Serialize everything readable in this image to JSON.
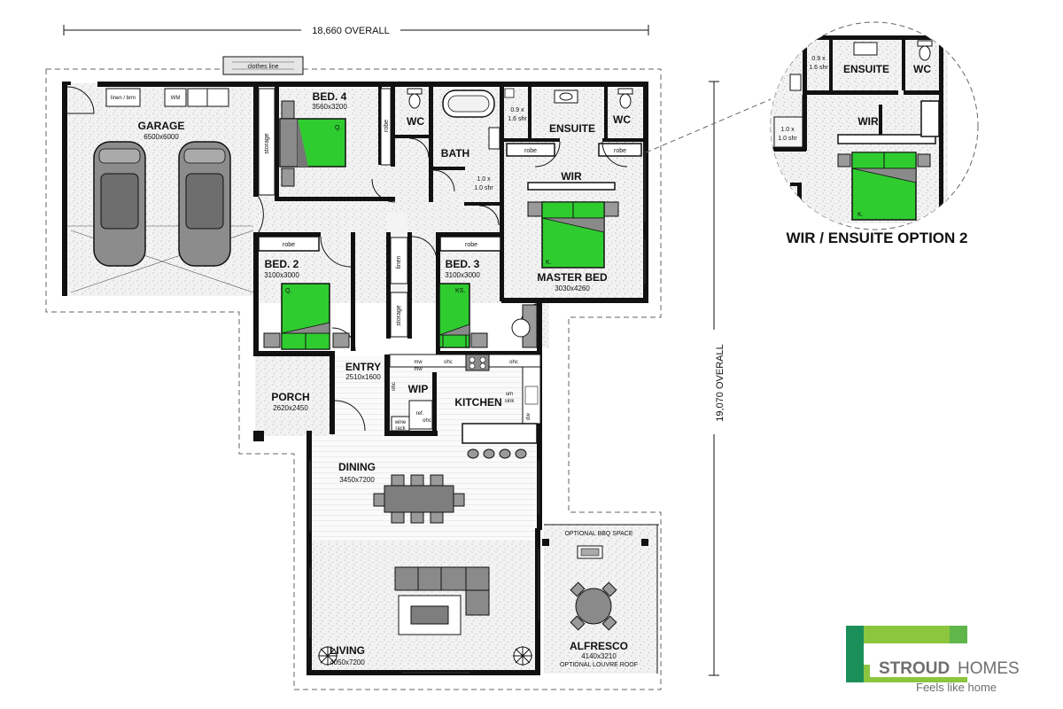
{
  "overall_width": "18,660 OVERALL",
  "overall_depth": "19,070 OVERALL",
  "rooms": {
    "garage": {
      "name": "GARAGE",
      "dim": "6500x6000"
    },
    "bed4": {
      "name": "BED. 4",
      "dim": "3560x3200",
      "bed": "Q."
    },
    "wc1": {
      "name": "WC"
    },
    "bath": {
      "name": "BATH"
    },
    "ensuite": {
      "name": "ENSUITE"
    },
    "wc2": {
      "name": "WC"
    },
    "wir": {
      "name": "WIR"
    },
    "master": {
      "name": "MASTER BED",
      "dim": "3030x4260",
      "bed": "K."
    },
    "bed2": {
      "name": "BED. 2",
      "dim": "3100x3000",
      "bed": "Q."
    },
    "bed3": {
      "name": "BED. 3",
      "dim": "3100x3000",
      "bed": "KS."
    },
    "entry": {
      "name": "ENTRY",
      "dim": "2510x1600"
    },
    "porch": {
      "name": "PORCH",
      "dim": "2620x2450"
    },
    "wip": {
      "name": "WIP"
    },
    "kitchen": {
      "name": "KITCHEN"
    },
    "dining": {
      "name": "DINING",
      "dim": "3450x7200"
    },
    "living": {
      "name": "LIVING",
      "dim": "4050x7200"
    },
    "alfresco": {
      "name": "ALFRESCO",
      "dim": "4140x3210",
      "note": "OPTIONAL LOUVRE ROOF"
    }
  },
  "fixtures": {
    "clothesline": "clothes line",
    "linen_brm": "linen / brm",
    "wm": "WM",
    "storage_bed4": "storage",
    "robe_bed4": "robe",
    "shr_ensuite_a": "0.9 x",
    "shr_ensuite_b": "1.6 shr",
    "shr_bath_a": "1.0 x",
    "shr_bath_b": "1.0 shr",
    "robe_wir_left": "robe",
    "robe_wir_right": "robe",
    "robe_bed2": "robe",
    "robe_bed3": "robe",
    "linen": "linen",
    "storage_hall": "storage",
    "mw1": "mw",
    "mw2": "mw",
    "ohc1": "ohc",
    "ohc2": "ohc",
    "ohc3": "ohc",
    "um_sink_a": "um",
    "um_sink_b": "sink",
    "dw": "dw",
    "ref": "ref.",
    "ohc_wip": "ohc",
    "wine_a": "wine",
    "wine_b": "rack",
    "bbq": "OPTIONAL BBQ SPACE"
  },
  "inset": {
    "caption": "WIR / ENSUITE OPTION 2",
    "ensuite": "ENSUITE",
    "wc": "WC",
    "wir": "WIR",
    "shr_top_a": "0.9 x",
    "shr_top_b": "1.6 shr",
    "shr_side_a": "1.0 x",
    "shr_side_b": "1.0 shr",
    "bed": "K."
  },
  "brand": {
    "name_a": "STROUD",
    "name_b": "HOMES",
    "tagline": "Feels like home",
    "colors": {
      "green_light": "#8cc63f",
      "green_dark": "#1a8f5a",
      "grey": "#7a7a7a"
    }
  }
}
